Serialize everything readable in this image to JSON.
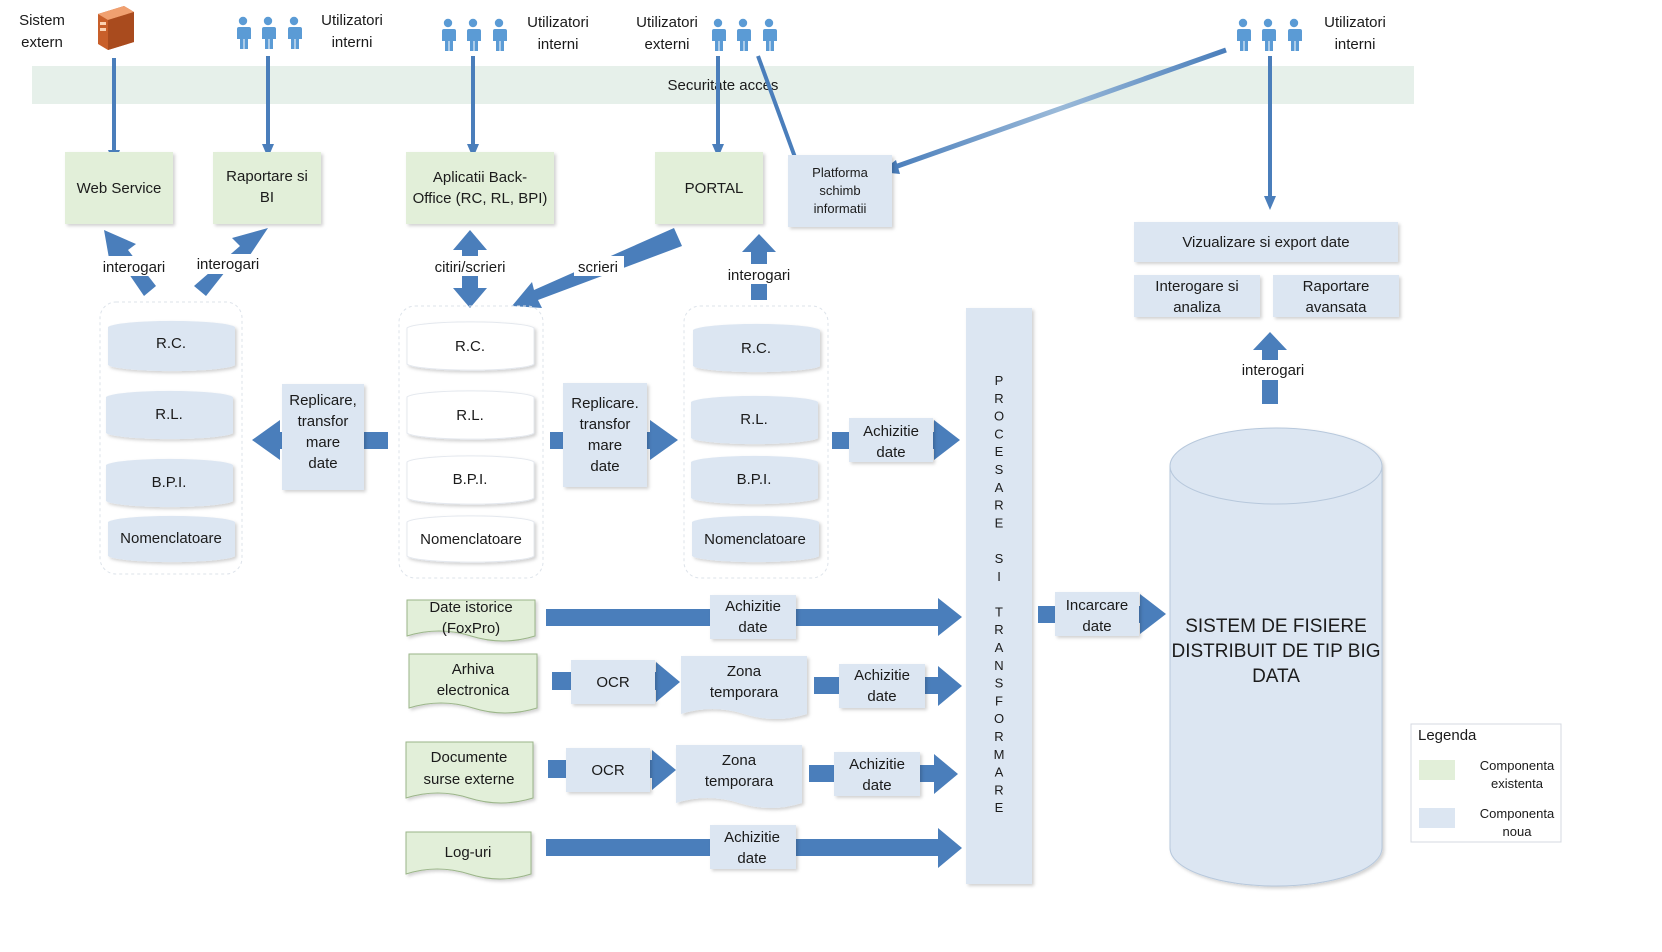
{
  "actors": {
    "sistem_extern": [
      "Sistem",
      "extern"
    ],
    "utilizatori_interni_1": [
      "Utilizatori",
      "interni"
    ],
    "utilizatori_interni_2": [
      "Utilizatori",
      "interni"
    ],
    "utilizatori_externi": [
      "Utilizatori",
      "externi"
    ],
    "utilizatori_interni_3": [
      "Utilizatori",
      "interni"
    ]
  },
  "security_bar": "Securitate acces",
  "apps": {
    "web_service": [
      "Web Service"
    ],
    "raportare_bi": [
      "Raportare si",
      "BI"
    ],
    "back_office": [
      "Aplicatii Back-",
      "Office (RC, RL, BPI)"
    ],
    "portal": [
      "PORTAL"
    ],
    "platforma": [
      "Platforma",
      "schimb",
      "informatii"
    ],
    "vizualizare": [
      "Vizualizare si export date"
    ],
    "interogare_analiza": [
      "Interogare si",
      "analiza"
    ],
    "raportare_avansata": [
      "Raportare",
      "avansata"
    ]
  },
  "arrow_labels": {
    "interogari_1": "interogari",
    "interogari_2": "interogari",
    "citiri_scrieri": "citiri/scrieri",
    "scrieri": "scrieri",
    "interogari_3": "interogari",
    "interogari_4": "interogari"
  },
  "databases": {
    "left": [
      "R.C.",
      "R.L.",
      "B.P.I.",
      "Nomenclatoare"
    ],
    "middle": [
      "R.C.",
      "R.L.",
      "B.P.I.",
      "Nomenclatoare"
    ],
    "right": [
      "R.C.",
      "R.L.",
      "B.P.I.",
      "Nomenclatoare"
    ]
  },
  "process": {
    "replicare_left": [
      "Replicare,",
      "transfor",
      "mare",
      "date"
    ],
    "replicare_right": [
      "Replicare.",
      "transfor",
      "mare",
      "date"
    ],
    "achizitie_1": [
      "Achizitie",
      "date"
    ],
    "achizitie_2": [
      "Achizitie",
      "date"
    ],
    "achizitie_3": [
      "Achizitie",
      "date"
    ],
    "achizitie_4": [
      "Achizitie",
      "date"
    ],
    "achizitie_5": [
      "Achizitie",
      "date"
    ],
    "ocr_1": [
      "OCR"
    ],
    "ocr_2": [
      "OCR"
    ],
    "zona_1": [
      "Zona",
      "temporara"
    ],
    "zona_2": [
      "Zona",
      "temporara"
    ],
    "incarcare": [
      "Incarcare",
      "date"
    ]
  },
  "sources": {
    "date_istorice": [
      "Date istorice",
      "(FoxPro)"
    ],
    "arhiva": [
      "Arhiva",
      "electronica"
    ],
    "documente": [
      "Documente",
      "surse externe"
    ],
    "loguri": [
      "Log-uri"
    ]
  },
  "processing_column": [
    "P",
    "R",
    "O",
    "C",
    "E",
    "S",
    "A",
    "R",
    "E",
    "",
    "S",
    "I",
    "",
    "T",
    "R",
    "A",
    "N",
    "S",
    "F",
    "O",
    "R",
    "M",
    "A",
    "R",
    "E"
  ],
  "big_data": [
    "SISTEM DE FISIERE",
    "DISTRIBUIT DE TIP BIG",
    "DATA"
  ],
  "legend": {
    "title": "Legenda",
    "existing": [
      "Componenta",
      "existenta"
    ],
    "new": [
      "Componenta",
      "noua"
    ]
  },
  "colors": {
    "existing": "#e2efd9",
    "new": "#dce6f2",
    "arrow": "#4a7ebb",
    "people": "#5b9bd5",
    "server": "#d9733a"
  }
}
